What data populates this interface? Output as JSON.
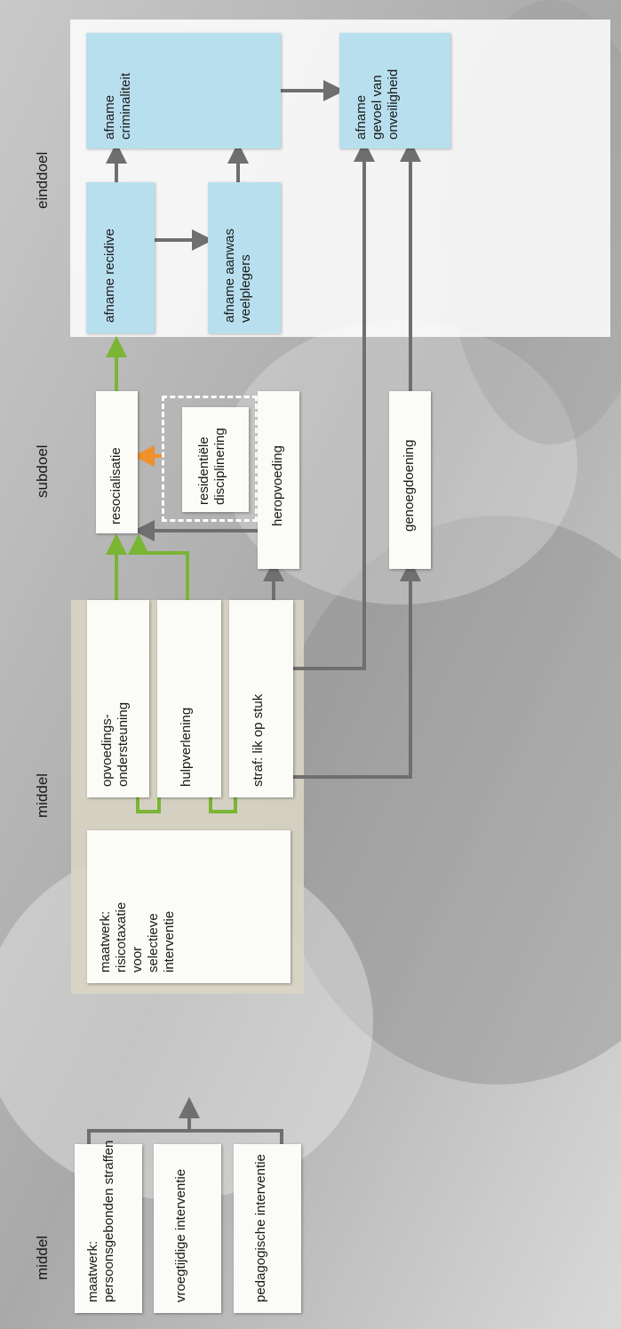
{
  "colors": {
    "gray_arrow": "#6f6f6f",
    "green_arrow": "#7ab534",
    "orange_arrow": "#f0902a",
    "outcome_box": "#b8dfee",
    "box": "#fbfbf8",
    "middel_panel": "#d8d5c4"
  },
  "headers": {
    "middel_1": "middel",
    "middel_2": "middel",
    "subdoel": "subdoel",
    "einddoel": "einddoel"
  },
  "boxes": {
    "persoonsgebonden_straffen": "maatwerk:\npersoonsgebonden straffen",
    "vroegtijdige_interventie": "vroegtijdige interventie",
    "pedagogische_interventie": "pedagogische interventie",
    "risicotaxatie": "maatwerk:\nrisicotaxatie\nvoor\nselectieve\ninterventie",
    "opvoedingsondersteuning": "opvoedings-\nondersteuning",
    "hulpverlening": "hulpverlening",
    "straf_lik_op_stuk": "straf: lik op stuk",
    "resocialisatie": "resocialisatie",
    "residentiele_disciplinering": "residentiële\ndisciplinering",
    "heropvoeding": "heropvoeding",
    "genoegdoening": "genoegdoening",
    "afname_recidive": "afname recidive",
    "afname_aanwas_veelplegers": "afname aanwas\nveelplegers",
    "afname_criminaliteit": "afname\ncriminaliteit",
    "afname_gevoel_onveiligheid": "afname\ngevoel van\nonveiligheid"
  }
}
